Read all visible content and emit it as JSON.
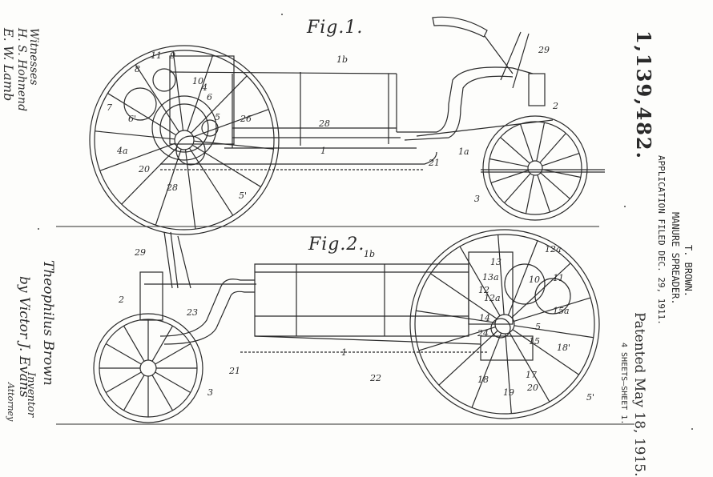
{
  "figures": {
    "fig1_title": "Fig.1.",
    "fig2_title": "Fig.2."
  },
  "header": {
    "patent_number": "1,139,482.",
    "inventor_name": "T. BROWN.",
    "title": "MANURE SPREADER.",
    "application": "APPLICATION FILED DEC. 29, 1911.",
    "patented": "Patented May 18, 1915.",
    "sheets": "4 SHEETS—SHEET 1."
  },
  "left_margin": {
    "witnesses_label": "Witnesses",
    "witness_1": "H. S. Hohnend",
    "witness_2": "E. W. Lamb",
    "inventor_label": "Inventor",
    "inventor_sig": "Theophilus Brown",
    "by_attorney": "by Victor J. Evans",
    "attorney_label": "Attorney"
  },
  "fig1_labels": [
    "1b",
    "29",
    "2",
    "8",
    "11",
    "9",
    "10",
    "4",
    "6",
    "7",
    "6'",
    "5",
    "26",
    "28",
    "1",
    "1a",
    "4a",
    "20",
    "28",
    "21",
    "5'",
    "3"
  ],
  "fig2_labels": [
    "29",
    "1b",
    "12a",
    "13",
    "13a",
    "12",
    "11",
    "10",
    "2",
    "12a",
    "14",
    "23",
    "15a",
    "24",
    "5",
    "15",
    "18'",
    "1",
    "21",
    "22",
    "17",
    "18",
    "19",
    "20",
    "3",
    "5'"
  ]
}
